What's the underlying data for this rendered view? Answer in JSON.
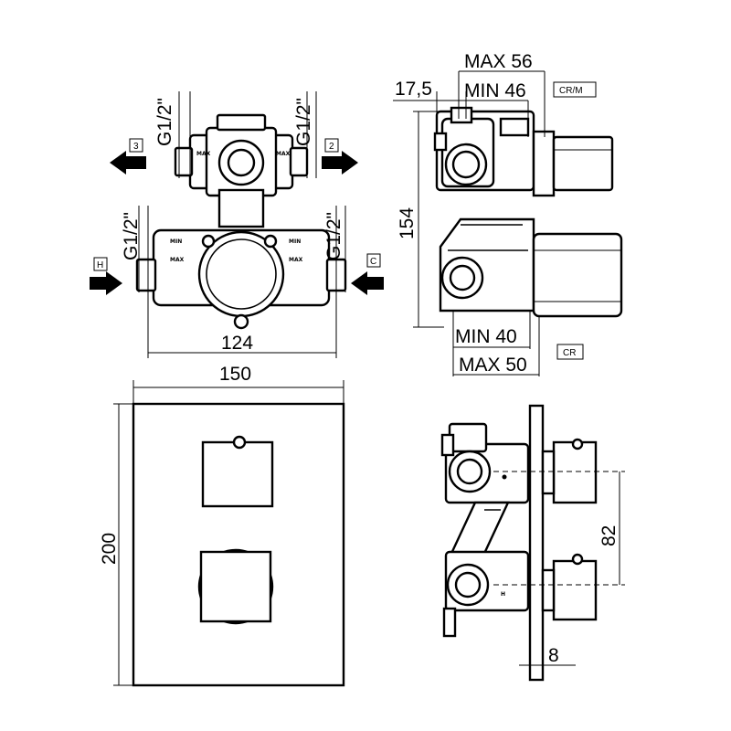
{
  "labels": {
    "thread_1": "G1/2\"",
    "thread_2": "G1/2\"",
    "thread_3": "G1/2\"",
    "thread_4": "G1/2\"",
    "outlet_left": "3",
    "outlet_right": "2",
    "inlet_hot": "H",
    "inlet_cold": "C",
    "max_mark_1": "MAX",
    "max_mark_2": "MAX",
    "max_mark_3": "MAX",
    "max_mark_4": "MAX",
    "min_mark_1": "MIN",
    "min_mark_2": "MIN",
    "finish_top": "CR/M",
    "finish_bottom": "CR",
    "hot_mark": "H"
  },
  "dimensions": {
    "body_width": "124",
    "plate_width": "150",
    "plate_height": "200",
    "side_height": "154",
    "offset": "17,5",
    "max_top": "MAX 56",
    "min_top": "MIN 46",
    "min_bottom": "MIN 40",
    "max_bottom": "MAX 50",
    "handle_spacing": "82",
    "plate_thickness": "8"
  }
}
